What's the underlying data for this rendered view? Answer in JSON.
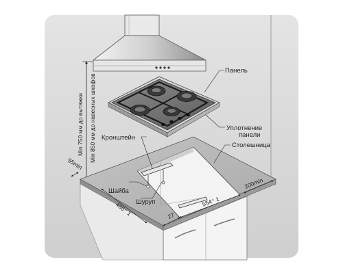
{
  "labels": {
    "panel": "Панель",
    "panel_seal_line1": "Уплотнение",
    "panel_seal_line2": "панели",
    "countertop": "Столешница",
    "bracket": "Кронштейн",
    "washer": "Шайба",
    "screw": "Шуруп"
  },
  "dimensions": {
    "hood_clearance": "Min 750 мм до вытяжки",
    "cabinet_clearance": "Min 850 мм до навесных шкафов",
    "front_edge": "55min",
    "side_edge": "200min",
    "cutout_depth": "486⁺ 1",
    "cutout_width": "554⁺ 1",
    "bracket_offset": "27"
  },
  "colors": {
    "background_panel": "#dcdcdc",
    "countertop": "#b9b9b9",
    "hob_glass": "#6f6f6f",
    "cabinet": "#f4f4f4"
  }
}
